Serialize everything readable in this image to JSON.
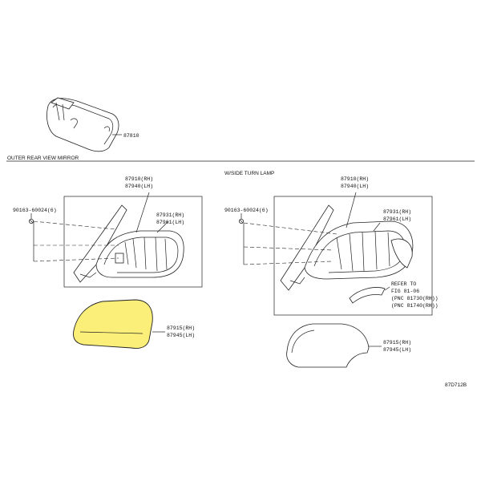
{
  "top": {
    "inner_mirror_part": "87810"
  },
  "section_label": "OUTER REAR VIEW MIRROR",
  "variant_label": "W/SIDE TURN LAMP",
  "left_box": {
    "screw_part": "90163-60024(6)",
    "housing_rh": "87910(RH)",
    "housing_lh": "87940(LH)",
    "frame_rh": "87931(RH)",
    "frame_lh": "87961(LH)",
    "cover_rh": "87915(RH)",
    "cover_lh": "87945(LH)"
  },
  "right_box": {
    "screw_part": "90163-60024(6)",
    "housing_rh": "87910(RH)",
    "housing_lh": "87940(LH)",
    "frame_rh": "87931(RH)",
    "frame_lh": "87961(LH)",
    "refer_line1": "REFER TO",
    "refer_line2": "FIG 81-06",
    "refer_line3": "(PNC 81730(RH))",
    "refer_line4": "(PNC 81740(RH))",
    "cover_rh": "87915(RH)",
    "cover_lh": "87945(LH)"
  },
  "figure_code": "87D712B",
  "colors": {
    "highlight": "#fbef7a",
    "line": "#222222"
  }
}
